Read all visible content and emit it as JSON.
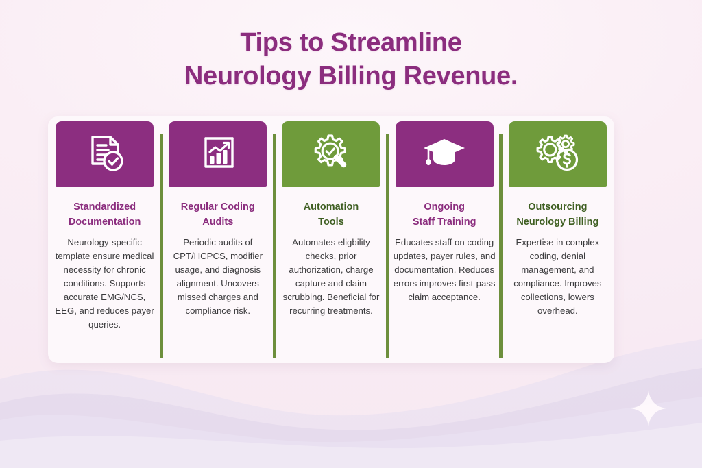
{
  "title": {
    "line1": "Tips to Streamline",
    "line2": "Neurology Billing Revenue."
  },
  "theme": {
    "purple": "#8c2e80",
    "purple_text": "#8b2d7e",
    "green": "#6f9b3b",
    "green_text": "#3f5f22",
    "divider_green": "#6d8f3c",
    "background": "#fbf1f6",
    "card_background": "#fdf8fb",
    "body_text": "#3b3b3d"
  },
  "cards": [
    {
      "icon": "document-check-icon",
      "color": "purple",
      "title": "Standardized\nDocumentation",
      "title_line1": "Standardized",
      "title_line2": "Documentation",
      "body": "Neurology-specific template ensure medical necessity for chronic conditions. Supports accurate EMG/NCS, EEG, and reduces payer queries."
    },
    {
      "icon": "bar-chart-growth-icon",
      "color": "purple",
      "title": "Regular Coding\nAudits",
      "title_line1": "Regular Coding",
      "title_line2": "Audits",
      "body": "Periodic audits of CPT/HCPCS, modifier usage, and diagnosis alignment. Uncovers missed charges and compliance risk."
    },
    {
      "icon": "gear-magnifier-check-icon",
      "color": "green",
      "title": "Automation\nTools",
      "title_line1": "Automation",
      "title_line2": "Tools",
      "body": "Automates eligbility checks, prior authorization, charge capture and claim scrubbing. Beneficial for recurring treatments."
    },
    {
      "icon": "graduation-cap-icon",
      "color": "purple",
      "title": "Ongoing\nStaff Training",
      "title_line1": "Ongoing",
      "title_line2": "Staff Training",
      "body": "Educates staff on coding updates, payer rules, and documentation. Reduces errors improves first-pass claim acceptance."
    },
    {
      "icon": "gears-dollar-icon",
      "color": "green",
      "title": "Outsourcing\nNeurology Billing",
      "title_line1": "Outsourcing",
      "title_line2": "Neurology Billing",
      "body": "Expertise in complex coding, denial management, and compliance. Improves collections, lowers overhead."
    }
  ],
  "decorations": {
    "sparkle": "four-point-sparkle",
    "waves": "background-wave-shapes"
  }
}
